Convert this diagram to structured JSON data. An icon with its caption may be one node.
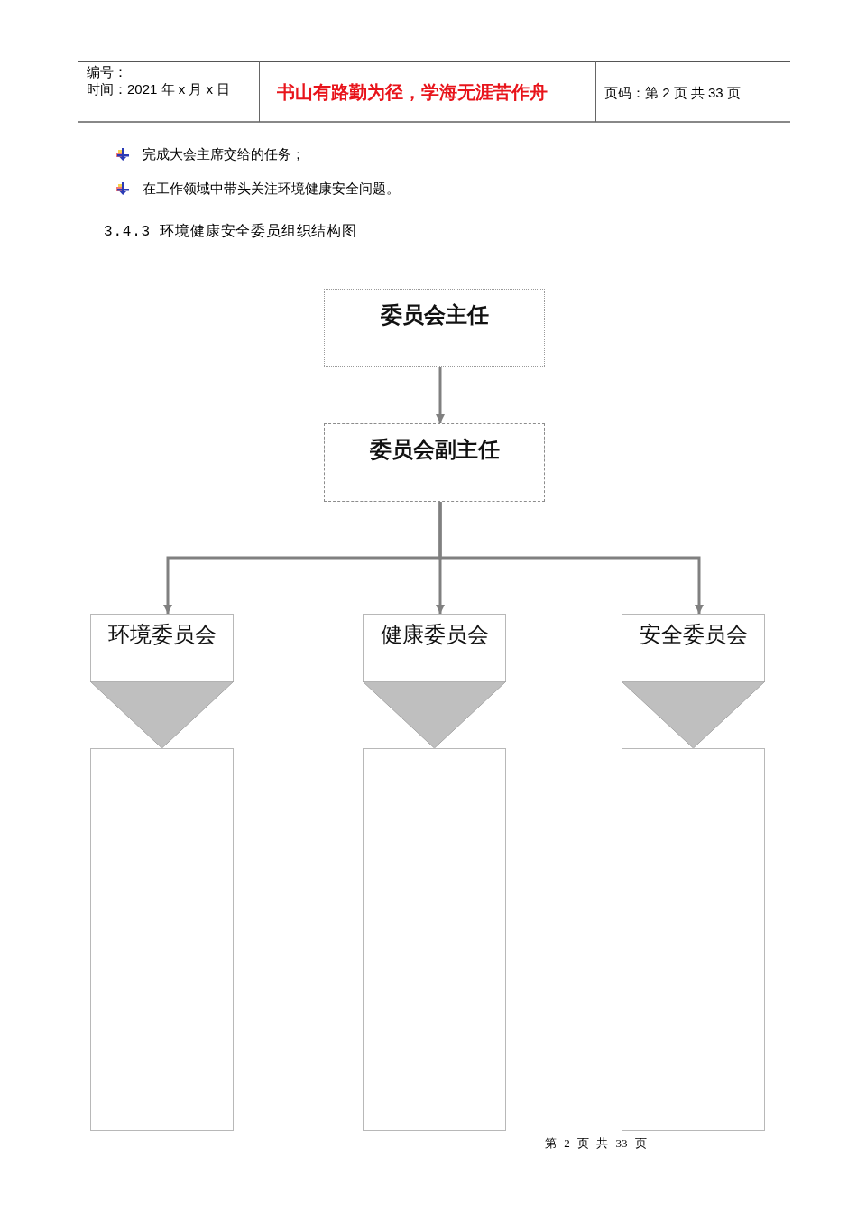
{
  "diagram": {
    "title": "3.4.3 环境健康安全委员组织结构图",
    "nodes": [
      {
        "text": [
          "委员会主任"
        ]
      },
      {
        "text": [
          "委员会副主任"
        ]
      },
      {
        "text": [
          "环境委员会"
        ]
      },
      {
        "text": [
          "健康委员会"
        ]
      },
      {
        "text": [
          "安全委员会"
        ]
      },
      {
        "text": [],
        "shape": "box"
      },
      {
        "text": [],
        "shape": "box"
      },
      {
        "text": [],
        "shape": "box"
      }
    ],
    "edges": [
      {
        "from": 0,
        "to": 1,
        "arrow": "to"
      },
      {
        "from": 1,
        "to": 2,
        "arrow": "to"
      },
      {
        "from": 1,
        "to": 3,
        "arrow": "to"
      },
      {
        "from": 1,
        "to": 4,
        "arrow": "to"
      },
      {
        "from": 2,
        "to": 5,
        "arrow": "to"
      },
      {
        "from": 3,
        "to": 6,
        "arrow": "to"
      },
      {
        "from": 4,
        "to": 7,
        "arrow": "to"
      }
    ],
    "labels": [
      "编号：",
      "时间：2021 年 x 月 x 日",
      "书山有路勤为径，学海无涯苦作舟",
      "页码：第 2 页 共 33 页",
      "完成大会主席交给的任务；",
      "在工作领域中带头关注环境健康安全问题。",
      "第 2 页 共 33 页"
    ]
  }
}
